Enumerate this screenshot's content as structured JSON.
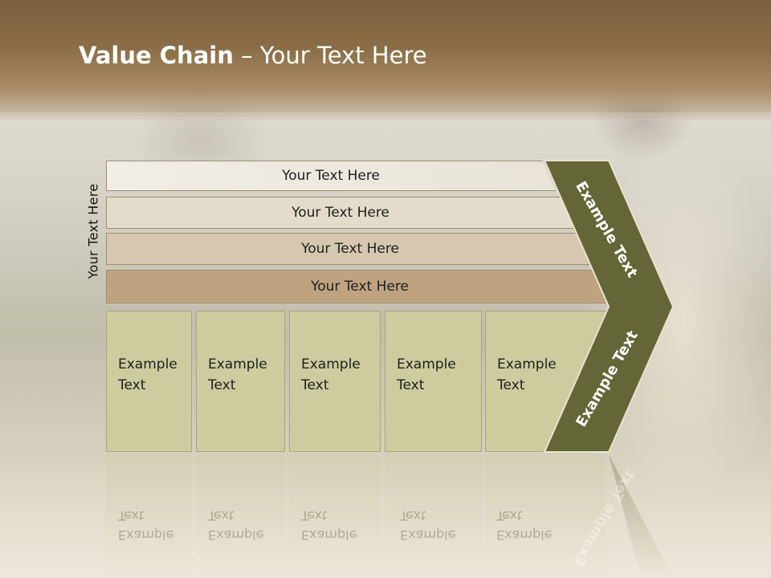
{
  "title": {
    "bold": "Value Chain",
    "rest": " – Your Text Here"
  },
  "side_label": "Your Text Here",
  "bars": [
    "Your Text Here",
    "Your Text Here",
    "Your Text Here",
    "Your Text Here"
  ],
  "boxes": [
    {
      "line1": "Example",
      "line2": "Text"
    },
    {
      "line1": "Example",
      "line2": "Text"
    },
    {
      "line1": "Example",
      "line2": "Text"
    },
    {
      "line1": "Example",
      "line2": "Text"
    },
    {
      "line1": "Example",
      "line2": "Text"
    }
  ],
  "chevron": {
    "upper": "Example Text",
    "lower": "Example Text"
  },
  "colors": {
    "chevron": "#656637",
    "boxes": "#cdcc9f",
    "bar_darkest": "#bfa380",
    "title_band": "#8b6e47"
  }
}
